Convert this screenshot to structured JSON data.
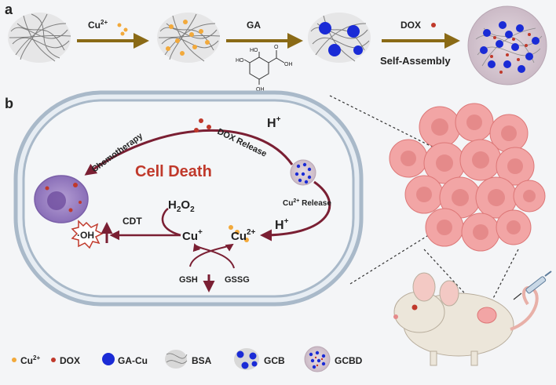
{
  "panel_a": {
    "label": "a",
    "step1": {
      "reagent": "Cu",
      "charge": "2+"
    },
    "step2": {
      "reagent": "GA"
    },
    "step3": {
      "reagent": "DOX",
      "caption": "Self-Assembly"
    },
    "ga_structure_labels": [
      "HO",
      "HO",
      "OH",
      "O",
      "OH"
    ]
  },
  "panel_b": {
    "label": "b",
    "cell_death": "Cell Death",
    "chemotherapy": "Chemotherapy",
    "dox_release": "DOX Release",
    "h_plus_top": "H",
    "h_plus_bottom": "H",
    "plus": "+",
    "cu_release_ion": "Cu",
    "cu_release_charge": "2+",
    "cu_release_word": " Release",
    "h2o2_h": "H",
    "h2o2_sub2a": "2",
    "h2o2_o": "O",
    "h2o2_sub2b": "2",
    "cdt": "CDT",
    "oh": "·OH",
    "cu_plus_ion": "Cu",
    "cu_plus_charge": "+",
    "cu2_ion": "Cu",
    "cu2_charge": "2+",
    "gsh": "GSH",
    "gssg": "GSSG"
  },
  "legend": {
    "cu2_ion": "Cu",
    "cu2_charge": "2+",
    "dox": "DOX",
    "ga_cu": "GA-Cu",
    "bsa": "BSA",
    "gcb": "GCB",
    "gcbd": "GCBD"
  },
  "colors": {
    "arrow_gold": "#8a6a16",
    "arrow_maroon": "#7a1f33",
    "cell_death_red": "#c0392b",
    "cu_orange": "#f2a93b",
    "dox_red": "#c0392b",
    "ga_blue": "#1a2bd6",
    "membrane": "#a9b9c9",
    "tumor_pink": "#f2a5a5"
  }
}
